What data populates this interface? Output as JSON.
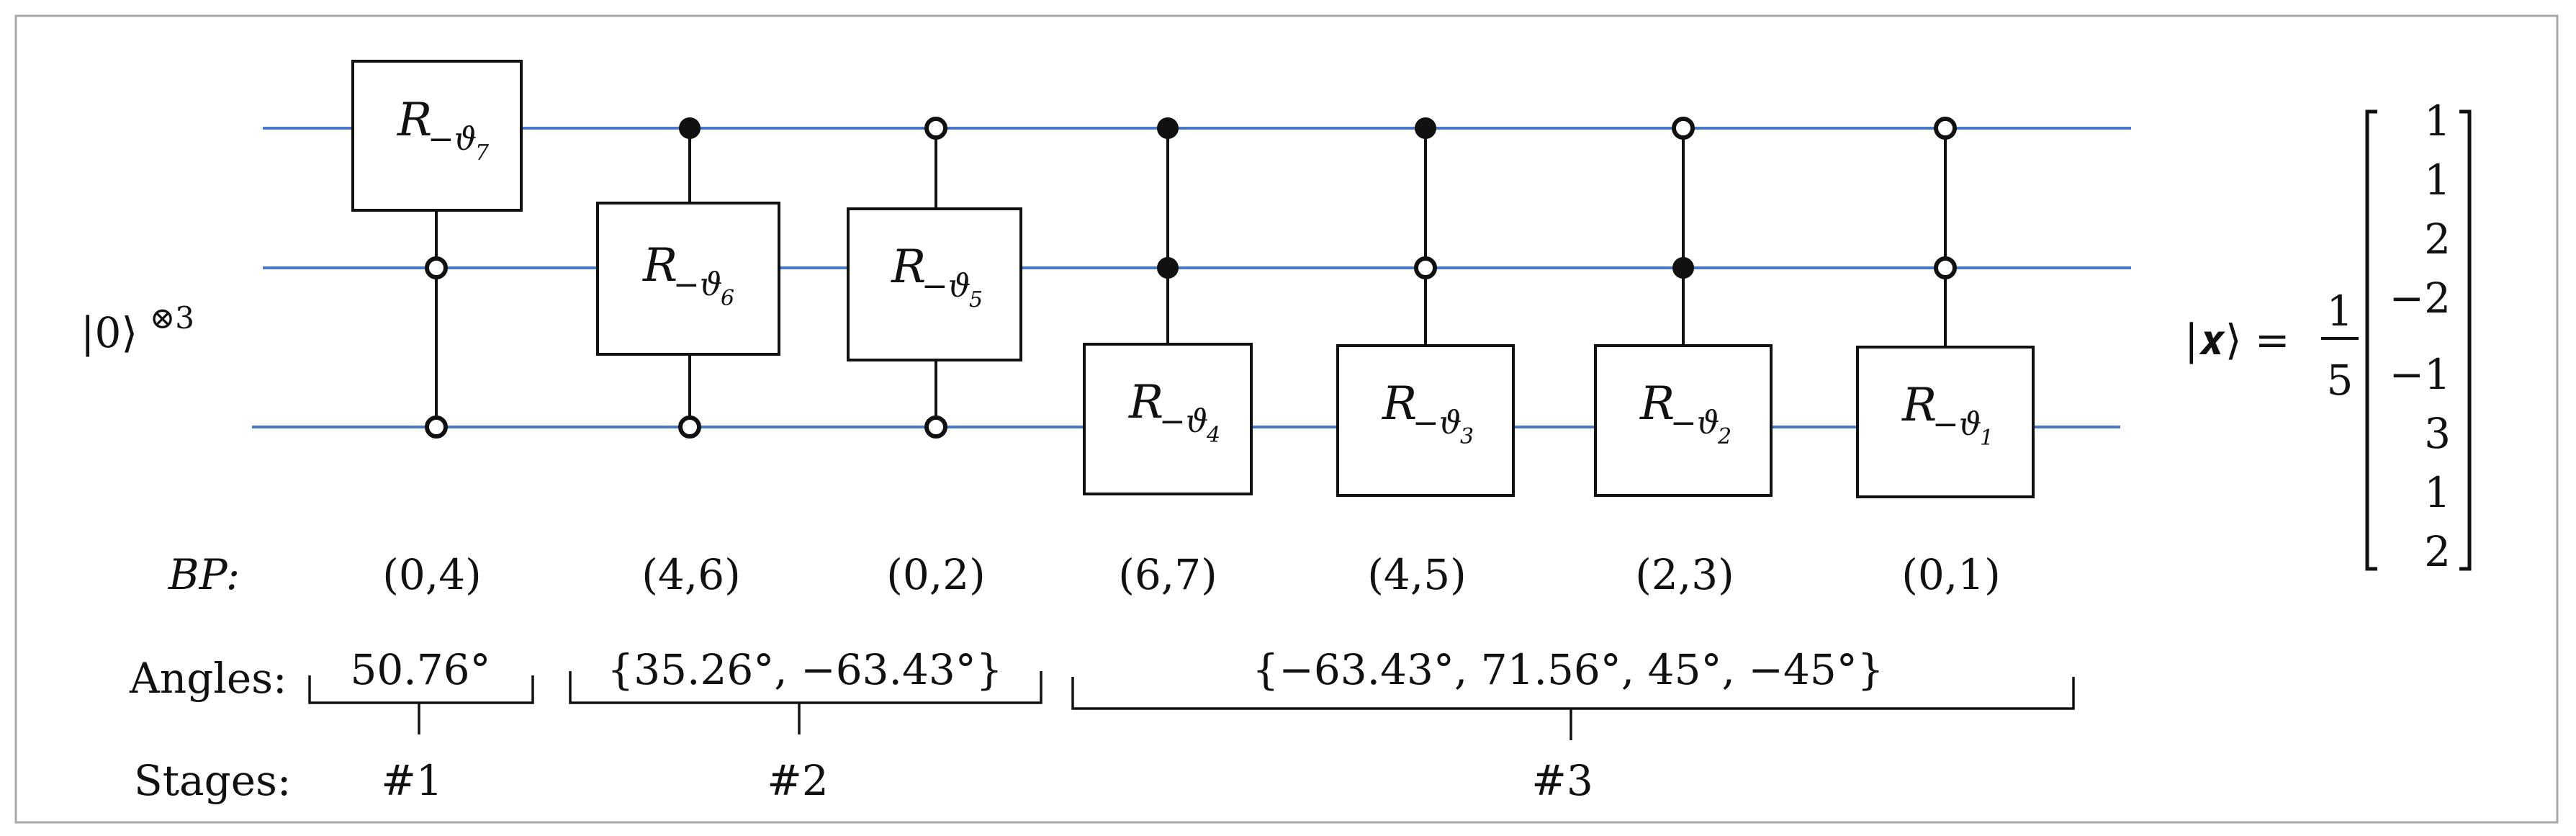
{
  "input_state": {
    "ket": "|0⟩",
    "power": "⊗3"
  },
  "gates": [
    {
      "label": "R",
      "sub": "−ϑ",
      "subsub": "7",
      "bp": "(0,4)"
    },
    {
      "label": "R",
      "sub": "−ϑ",
      "subsub": "6",
      "bp": "(4,6)"
    },
    {
      "label": "R",
      "sub": "−ϑ",
      "subsub": "5",
      "bp": "(0,2)"
    },
    {
      "label": "R",
      "sub": "−ϑ",
      "subsub": "4",
      "bp": "(6,7)"
    },
    {
      "label": "R",
      "sub": "−ϑ",
      "subsub": "3",
      "bp": "(4,5)"
    },
    {
      "label": "R",
      "sub": "−ϑ",
      "subsub": "2",
      "bp": "(2,3)"
    },
    {
      "label": "R",
      "sub": "−ϑ",
      "subsub": "1",
      "bp": "(0,1)"
    }
  ],
  "bp_label": "BP:",
  "angles_label": "Angles:",
  "stages_label": "Stages:",
  "stages": [
    {
      "angles": "50.76°",
      "stage": "#1"
    },
    {
      "angles": "{35.26°, −63.43°}",
      "stage": "#2"
    },
    {
      "angles": "{−63.43°,  71.56°,  45°, −45°}",
      "stage": "#3"
    }
  ],
  "output_state": {
    "ket": "|𝒙⟩ =",
    "numerator": "1",
    "denominator": "5",
    "vector": [
      "1",
      "1",
      "2",
      "−2",
      "−1",
      "3",
      "1",
      "2"
    ]
  },
  "colors": {
    "wire": "#4a78c8",
    "frame": "#a8a8a8"
  }
}
